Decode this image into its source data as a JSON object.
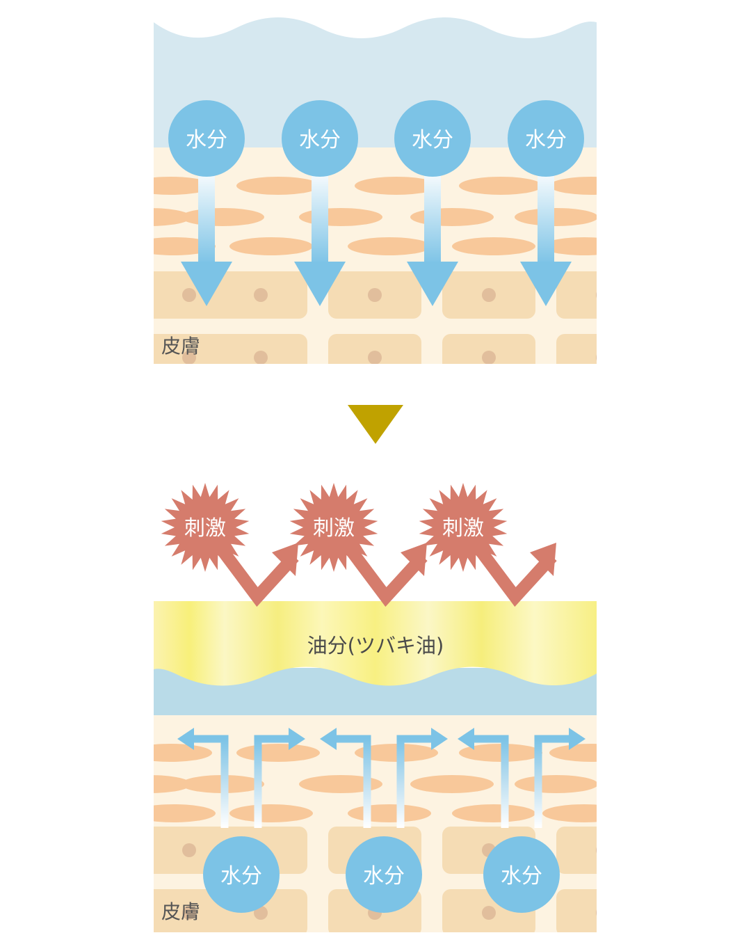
{
  "top_panel": {
    "skin_label": "皮膚",
    "moisture_labels": [
      "水分",
      "水分",
      "水分",
      "水分"
    ]
  },
  "transition": {
    "icon": "down-triangle-icon"
  },
  "bottom_panel": {
    "irritation_labels": [
      "刺激",
      "刺激",
      "刺激"
    ],
    "oil_layer_label": "油分(ツバキ油)",
    "moisture_labels": [
      "水分",
      "水分",
      "水分"
    ],
    "skin_label": "皮膚"
  },
  "colors": {
    "water_layer_top": "#d6e8f0",
    "water_layer_bottom": "#b9dbe8",
    "skin_base": "#fdf3e1",
    "oval_cell": "#f8c89a",
    "block_cell": "#f5dcb4",
    "nucleus": "#e1be9c",
    "moisture_circle": "#7cc3e6",
    "moisture_arrow": "#7cc3e6",
    "triangle": "#c0a200",
    "irritation": "#d57c6c",
    "oil_layer": "#fbf59a"
  }
}
